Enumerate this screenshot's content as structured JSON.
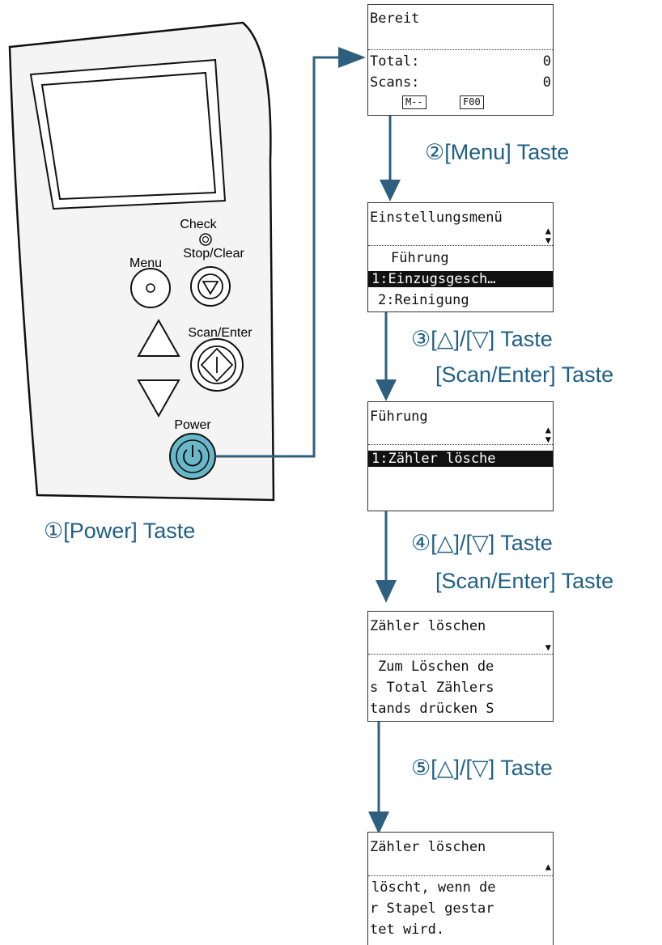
{
  "panel": {
    "check_label": "Check",
    "menu_label": "Menu",
    "stop_label": "Stop/Clear",
    "scan_label": "Scan/Enter",
    "power_label": "Power"
  },
  "screens": {
    "s1": {
      "title": "Bereit",
      "rows": [
        {
          "label": "Total:",
          "value": "0"
        },
        {
          "label": "Scans:",
          "value": "0"
        }
      ],
      "badges": [
        "M--",
        "F00"
      ]
    },
    "s2": {
      "title": "Einstellungsmenü",
      "items": [
        "Führung",
        "1:Einzugsgesch…",
        "2:Reinigung"
      ]
    },
    "s3": {
      "title": "Führung",
      "items": [
        "1:Zähler lösche"
      ]
    },
    "s4": {
      "title": "Zähler löschen",
      "items": [
        "Zum Löschen de",
        "s Total Zählers",
        "tands drücken S"
      ]
    },
    "s5": {
      "title": "Zähler löschen",
      "items": [
        "löscht, wenn de",
        "r Stapel gestar",
        "tet wird."
      ]
    }
  },
  "steps": {
    "s1": "①[Power] Taste",
    "s2": "②[Menu] Taste",
    "s3a": "③[△]/[▽] Taste",
    "s3b": "[Scan/Enter] Taste",
    "s4a": "④[△]/[▽] Taste",
    "s4b": "[Scan/Enter] Taste",
    "s5": "⑤[△]/[▽] Taste"
  },
  "colors": {
    "flow": "#2f5f7f",
    "label": "#1f5f86",
    "power": "#69b8c9"
  }
}
